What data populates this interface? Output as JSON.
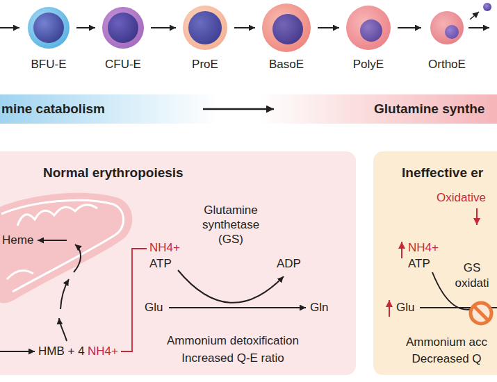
{
  "diagram": {
    "nodes": [
      {
        "text": [
          "BFU-E"
        ]
      },
      {
        "text": [
          "CFU-E"
        ]
      },
      {
        "text": [
          "ProE"
        ]
      },
      {
        "text": [
          "BasoE"
        ]
      },
      {
        "text": [
          "PolyE"
        ]
      },
      {
        "text": [
          "OrthoE"
        ]
      },
      {
        "text": [
          "mine catabolism",
          "Glutamine synthe"
        ]
      },
      {
        "text": [
          "Normal erythropoiesis",
          "Ammonium detoxification Increased Q-E ratio"
        ]
      },
      {
        "text": [
          "Ineffective er",
          "Ammonium acc Decreased Q"
        ]
      }
    ],
    "edges": [
      {
        "from": 0,
        "to": 1,
        "arrow": "to"
      },
      {
        "from": 1,
        "to": 2,
        "arrow": "to"
      },
      {
        "from": 2,
        "to": 3,
        "arrow": "to"
      },
      {
        "from": 3,
        "to": 4,
        "arrow": "to"
      },
      {
        "from": 4,
        "to": 5,
        "arrow": "to"
      }
    ],
    "labels": [
      "Heme",
      "HMB + 4",
      "NH4+",
      "Glutamine synthetase (GS)",
      "NH4+",
      "ATP",
      "ADP",
      "Glu",
      "Gln",
      "Oxidative",
      "NH4+",
      "ATP",
      "GS oxidati",
      "Glu"
    ]
  }
}
